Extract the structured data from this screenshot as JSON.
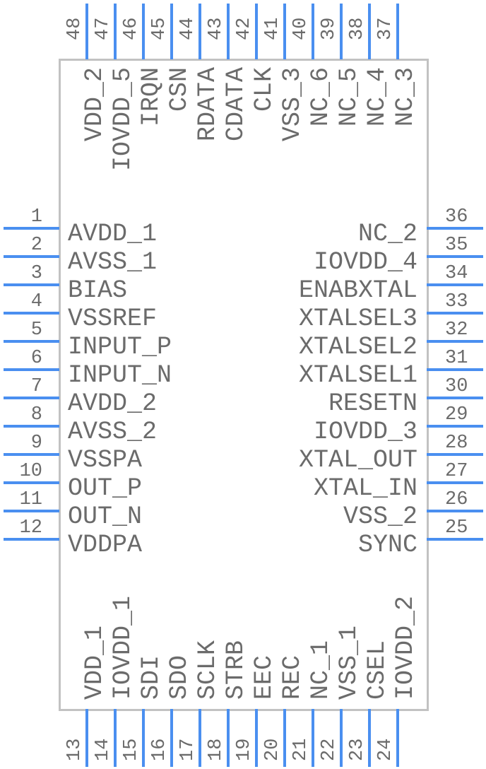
{
  "colors": {
    "pin": "#4a8ff0",
    "outline": "#c2c2c2",
    "text": "#6b6b6b"
  },
  "pins": {
    "left": [
      {
        "num": "1",
        "name": "AVDD_1"
      },
      {
        "num": "2",
        "name": "AVSS_1"
      },
      {
        "num": "3",
        "name": "BIAS"
      },
      {
        "num": "4",
        "name": "VSSREF"
      },
      {
        "num": "5",
        "name": "INPUT_P"
      },
      {
        "num": "6",
        "name": "INPUT_N"
      },
      {
        "num": "7",
        "name": "AVDD_2"
      },
      {
        "num": "8",
        "name": "AVSS_2"
      },
      {
        "num": "9",
        "name": "VSSPA"
      },
      {
        "num": "10",
        "name": "OUT_P"
      },
      {
        "num": "11",
        "name": "OUT_N"
      },
      {
        "num": "12",
        "name": "VDDPA"
      }
    ],
    "right": [
      {
        "num": "36",
        "name": "NC_2"
      },
      {
        "num": "35",
        "name": "IOVDD_4"
      },
      {
        "num": "34",
        "name": "ENABXTAL"
      },
      {
        "num": "33",
        "name": "XTALSEL3"
      },
      {
        "num": "32",
        "name": "XTALSEL2"
      },
      {
        "num": "31",
        "name": "XTALSEL1"
      },
      {
        "num": "30",
        "name": "RESETN"
      },
      {
        "num": "29",
        "name": "IOVDD_3"
      },
      {
        "num": "28",
        "name": "XTAL_OUT"
      },
      {
        "num": "27",
        "name": "XTAL_IN"
      },
      {
        "num": "26",
        "name": "VSS_2"
      },
      {
        "num": "25",
        "name": "SYNC"
      }
    ],
    "top": [
      {
        "num": "48",
        "name": "VDD_2"
      },
      {
        "num": "47",
        "name": "IOVDD_5"
      },
      {
        "num": "46",
        "name": "IRQN"
      },
      {
        "num": "45",
        "name": "CSN"
      },
      {
        "num": "44",
        "name": "RDATA"
      },
      {
        "num": "43",
        "name": "CDATA"
      },
      {
        "num": "42",
        "name": "CLK"
      },
      {
        "num": "41",
        "name": "VSS_3"
      },
      {
        "num": "40",
        "name": "NC_6"
      },
      {
        "num": "39",
        "name": "NC_5"
      },
      {
        "num": "38",
        "name": "NC_4"
      },
      {
        "num": "37",
        "name": "NC_3"
      }
    ],
    "bottom": [
      {
        "num": "13",
        "name": "VDD_1"
      },
      {
        "num": "14",
        "name": "IOVDD_1"
      },
      {
        "num": "15",
        "name": "SDI"
      },
      {
        "num": "16",
        "name": "SDO"
      },
      {
        "num": "17",
        "name": "SCLK"
      },
      {
        "num": "18",
        "name": "STRB"
      },
      {
        "num": "19",
        "name": "EEC"
      },
      {
        "num": "20",
        "name": "REC"
      },
      {
        "num": "21",
        "name": "NC_1"
      },
      {
        "num": "22",
        "name": "VSS_1"
      },
      {
        "num": "23",
        "name": "CSEL"
      },
      {
        "num": "24",
        "name": "IOVDD_2"
      }
    ]
  }
}
